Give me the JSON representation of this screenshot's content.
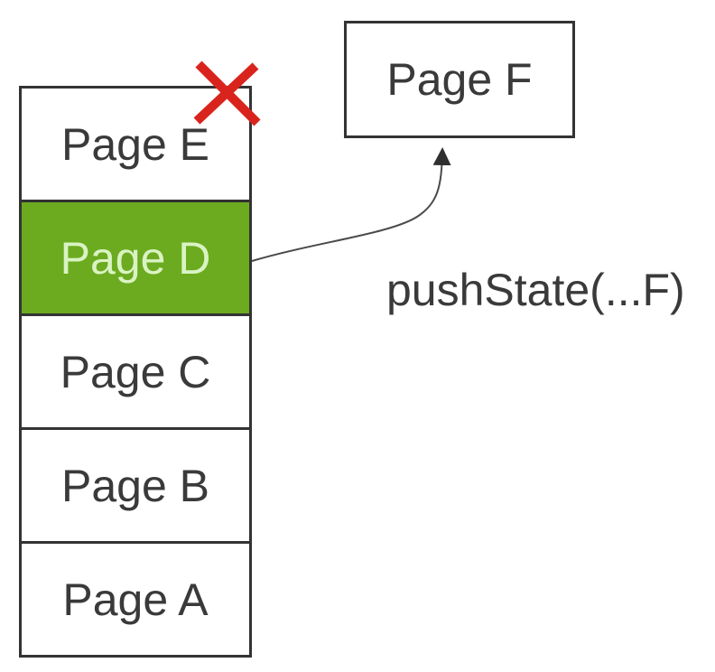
{
  "stack": {
    "items": [
      {
        "label": "Page E",
        "state": "removed"
      },
      {
        "label": "Page D",
        "state": "current"
      },
      {
        "label": "Page C",
        "state": "default"
      },
      {
        "label": "Page B",
        "state": "default"
      },
      {
        "label": "Page A",
        "state": "default"
      }
    ]
  },
  "new_page": {
    "label": "Page F"
  },
  "annotation": {
    "label": "pushState(...F)"
  },
  "icons": {
    "close_x": "x-mark",
    "arrow": "curved-arrow-up"
  },
  "colors": {
    "background": "#ffffff",
    "box_stroke": "#333333",
    "label_text": "#3a3a3a",
    "highlight_green": "#6cab20",
    "highlight_label_text": "#daf3c3",
    "close_x_red": "#d9241e",
    "arrow_line": "#4a4a4a"
  }
}
